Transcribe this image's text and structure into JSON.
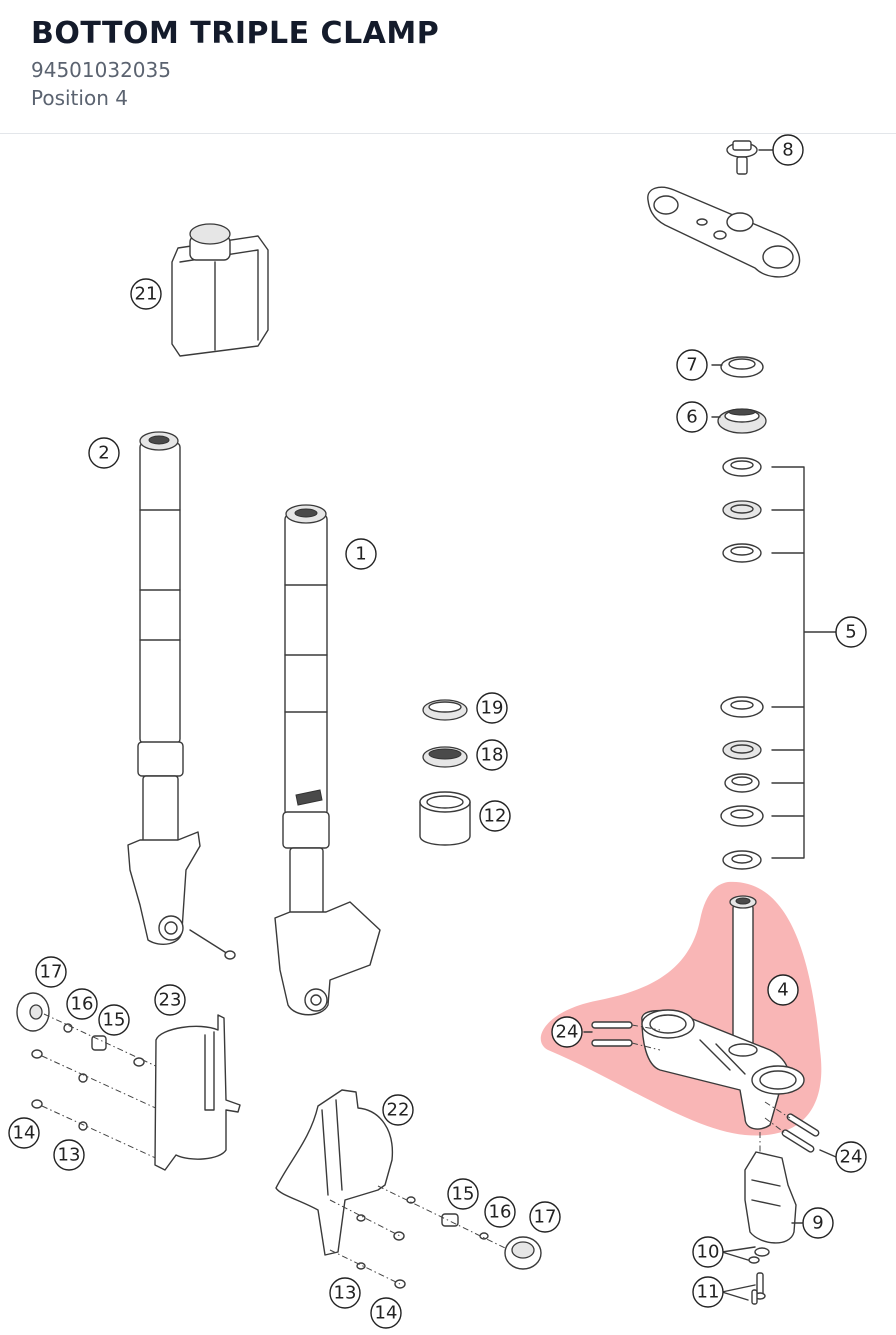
{
  "header": {
    "title": "BOTTOM TRIPLE CLAMP",
    "part_number": "94501032035",
    "position": "Position 4"
  },
  "colors": {
    "title": "#141b2b",
    "subtitle": "#5b6370",
    "highlight": "#ee2222",
    "line": "#3a3a3a"
  },
  "highlighted_position": "4",
  "callouts": [
    {
      "id": "c8",
      "label": "8"
    },
    {
      "id": "c21",
      "label": "21"
    },
    {
      "id": "c7",
      "label": "7"
    },
    {
      "id": "c6",
      "label": "6"
    },
    {
      "id": "c2",
      "label": "2"
    },
    {
      "id": "c1",
      "label": "1"
    },
    {
      "id": "c5",
      "label": "5"
    },
    {
      "id": "c19",
      "label": "19"
    },
    {
      "id": "c18",
      "label": "18"
    },
    {
      "id": "c12",
      "label": "12"
    },
    {
      "id": "c17a",
      "label": "17"
    },
    {
      "id": "c16a",
      "label": "16"
    },
    {
      "id": "c15a",
      "label": "15"
    },
    {
      "id": "c23",
      "label": "23"
    },
    {
      "id": "c4",
      "label": "4"
    },
    {
      "id": "c24a",
      "label": "24"
    },
    {
      "id": "c24b",
      "label": "24"
    },
    {
      "id": "c14a",
      "label": "14"
    },
    {
      "id": "c13a",
      "label": "13"
    },
    {
      "id": "c22",
      "label": "22"
    },
    {
      "id": "c15b",
      "label": "15"
    },
    {
      "id": "c16b",
      "label": "16"
    },
    {
      "id": "c17b",
      "label": "17"
    },
    {
      "id": "c9",
      "label": "9"
    },
    {
      "id": "c10",
      "label": "10"
    },
    {
      "id": "c11",
      "label": "11"
    },
    {
      "id": "c13b",
      "label": "13"
    },
    {
      "id": "c14b",
      "label": "14"
    }
  ]
}
